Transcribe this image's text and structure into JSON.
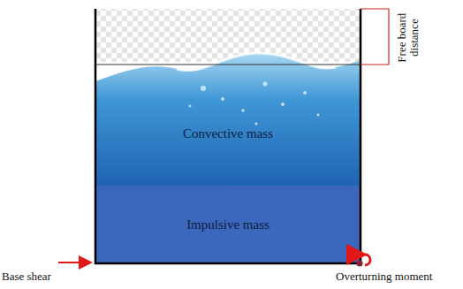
{
  "diagram": {
    "nodes": [
      {
        "text": [
          "Convective mass"
        ]
      },
      {
        "text": [
          "Impulsive mass"
        ]
      }
    ],
    "labels": [
      "Free board distance",
      "Base shear",
      "Overturning moment"
    ]
  }
}
